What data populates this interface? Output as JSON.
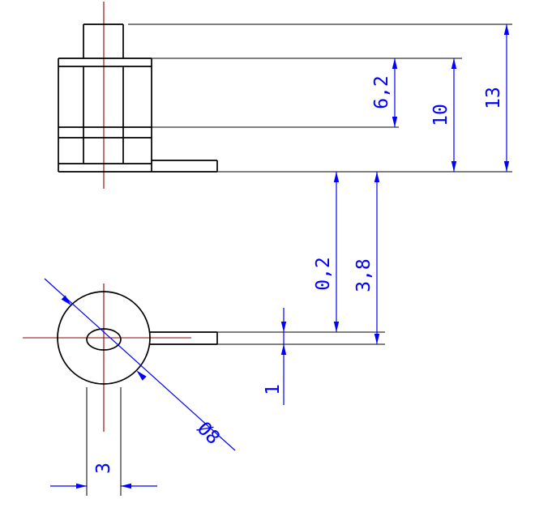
{
  "drawing": {
    "dimensions": {
      "d62": "6,2",
      "d10": "10",
      "d13": "13",
      "d02": "0,2",
      "d38": "3,8",
      "d1": "1",
      "ddia8": "Ø8",
      "d3": "3"
    },
    "colors": {
      "part_line": "#000000",
      "centerline": "#8b0000",
      "dimension": "#0000ff",
      "background": "#ffffff"
    }
  }
}
